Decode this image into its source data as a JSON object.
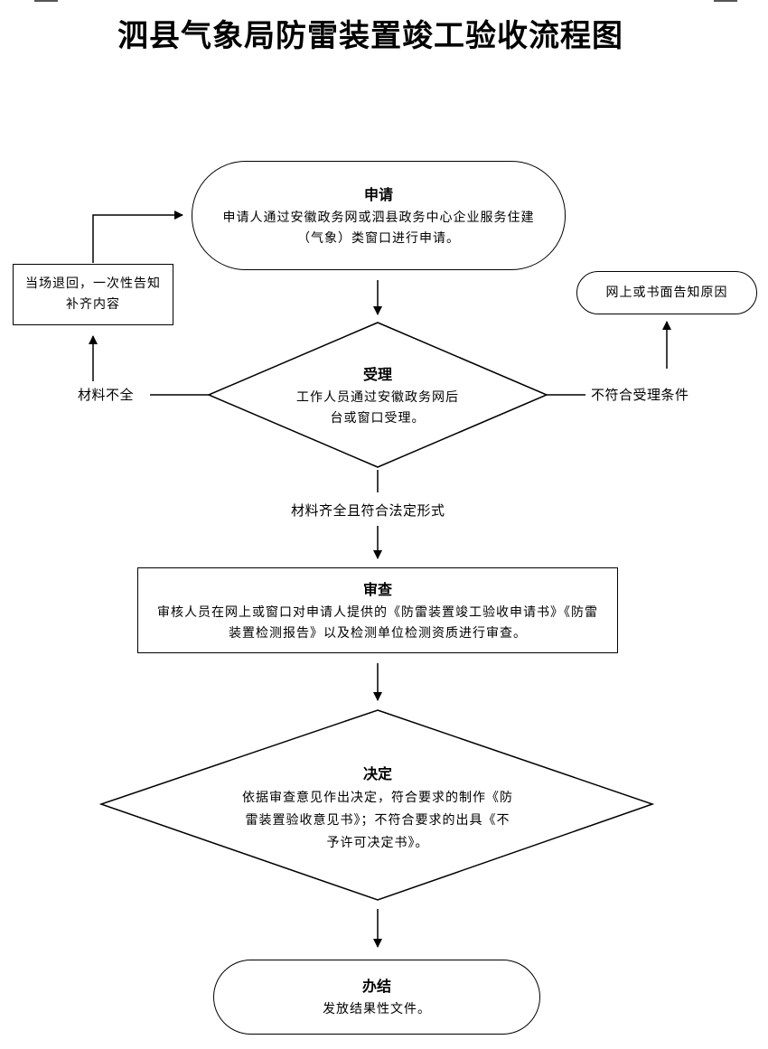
{
  "title": "泗县气象局防雷装置竣工验收流程图",
  "apply": {
    "heading": "申请",
    "text": "申请人通过安徽政务网或泗县政务中心企业服务住建（气象）类窗口进行申请。"
  },
  "accept": {
    "heading": "受理",
    "text": "工作人员通过安徽政务网后台或窗口受理。"
  },
  "return_box": {
    "text": "当场退回，一次性告知补齐内容"
  },
  "notify_box": {
    "text": "网上或书面告知原因"
  },
  "labels": {
    "incomplete": "材料不全",
    "not_meet": "不符合受理条件",
    "complete": "材料齐全且符合法定形式"
  },
  "review": {
    "heading": "审查",
    "text": "审核人员在网上或窗口对申请人提供的《防雷装置竣工验收申请书》《防雷装置检测报告》以及检测单位检测资质进行审查。"
  },
  "decide": {
    "heading": "决定",
    "text": "依据审查意见作出决定，符合要求的制作《防雷装置验收意见书》；不符合要求的出具《不予许可决定书》。"
  },
  "finish": {
    "heading": "办结",
    "text": "发放结果性文件。"
  }
}
